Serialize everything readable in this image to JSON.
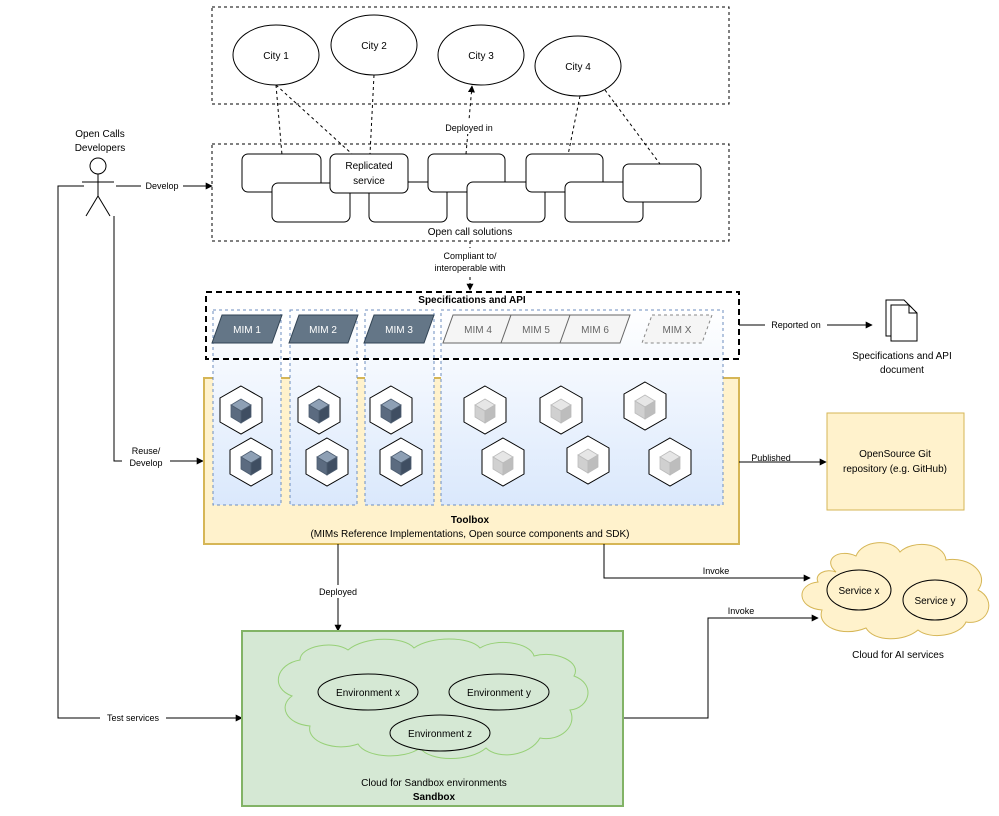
{
  "actor": {
    "line1": "Open Calls",
    "line2": "Developers"
  },
  "cities": [
    "City 1",
    "City 2",
    "City 3",
    "City 4"
  ],
  "replicated_service": {
    "line1": "Replicated",
    "line2": "service"
  },
  "open_call_solutions": "Open call solutions",
  "edges": {
    "develop": "Develop",
    "deployed_in": "Deployed in",
    "compliant_line1": "Compliant to/",
    "compliant_line2": "interoperable with",
    "reported_on": "Reported on",
    "reuse_line1": "Reuse/",
    "reuse_line2": "Develop",
    "published": "Published",
    "deployed": "Deployed",
    "invoke_top": "Invoke",
    "invoke_bottom": "Invoke",
    "test_services": "Test services"
  },
  "specifications": {
    "title": "Specifications and API",
    "mims_dark": [
      "MIM 1",
      "MIM 2",
      "MIM 3"
    ],
    "mims_light": [
      "MIM 4",
      "MIM 5",
      "MIM 6"
    ],
    "mim_x": "MIM X"
  },
  "spec_document": {
    "line1": "Specifications and API",
    "line2": "document"
  },
  "toolbox": {
    "title": "Toolbox",
    "subtitle": "(MIMs Reference Implementations, Open source components and SDK)"
  },
  "git_repo": {
    "line1": "OpenSource Git",
    "line2": "repository (e.g. GitHub)"
  },
  "ai_cloud": {
    "services": [
      "Service x",
      "Service y"
    ],
    "label": "Cloud for AI services"
  },
  "sandbox": {
    "environments": [
      "Environment x",
      "Environment y",
      "Environment z"
    ],
    "label": "Cloud for Sandbox environments",
    "title": "Sandbox"
  },
  "colors": {
    "toolbox_fill": "#fff2cc",
    "toolbox_stroke": "#d6b656",
    "sandbox_fill": "#d5e8d4",
    "sandbox_stroke": "#82b366",
    "cloud_ai_fill": "#fff2cc",
    "mim_dark": "#647687",
    "mim_light": "#f5f5f5",
    "column_fill": "#dae8fc",
    "column_stroke": "#6c8ebf"
  },
  "icons": [
    "actor-icon",
    "document-icon",
    "component-cube-icon"
  ]
}
